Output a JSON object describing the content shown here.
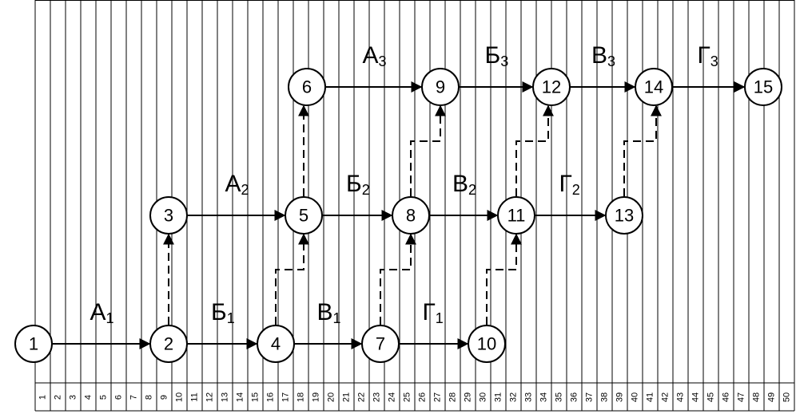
{
  "ticks": [
    "1",
    "2",
    "3",
    "4",
    "5",
    "6",
    "7",
    "8",
    "9",
    "10",
    "11",
    "12",
    "13",
    "14",
    "15",
    "16",
    "17",
    "18",
    "19",
    "20",
    "21",
    "22",
    "23",
    "24",
    "25",
    "26",
    "27",
    "28",
    "29",
    "30",
    "31",
    "32",
    "33",
    "34",
    "35",
    "36",
    "37",
    "38",
    "39",
    "40",
    "41",
    "42",
    "43",
    "44",
    "45",
    "46",
    "47",
    "48",
    "49",
    "50"
  ],
  "nodes": [
    {
      "id": "1",
      "label": "1"
    },
    {
      "id": "2",
      "label": "2"
    },
    {
      "id": "3",
      "label": "3"
    },
    {
      "id": "4",
      "label": "4"
    },
    {
      "id": "5",
      "label": "5"
    },
    {
      "id": "6",
      "label": "6"
    },
    {
      "id": "7",
      "label": "7"
    },
    {
      "id": "8",
      "label": "8"
    },
    {
      "id": "9",
      "label": "9"
    },
    {
      "id": "10",
      "label": "10"
    },
    {
      "id": "11",
      "label": "11"
    },
    {
      "id": "12",
      "label": "12"
    },
    {
      "id": "13",
      "label": "13"
    },
    {
      "id": "14",
      "label": "14"
    },
    {
      "id": "15",
      "label": "15"
    }
  ],
  "edges": [
    {
      "from": "1",
      "to": "2",
      "style": "solid",
      "letter": "А",
      "index": "1"
    },
    {
      "from": "2",
      "to": "4",
      "style": "solid",
      "letter": "Б",
      "index": "1"
    },
    {
      "from": "4",
      "to": "7",
      "style": "solid",
      "letter": "В",
      "index": "1"
    },
    {
      "from": "7",
      "to": "10",
      "style": "solid",
      "letter": "Г",
      "index": "1"
    },
    {
      "from": "3",
      "to": "5",
      "style": "solid",
      "letter": "А",
      "index": "2"
    },
    {
      "from": "5",
      "to": "8",
      "style": "solid",
      "letter": "Б",
      "index": "2"
    },
    {
      "from": "8",
      "to": "11",
      "style": "solid",
      "letter": "В",
      "index": "2"
    },
    {
      "from": "11",
      "to": "13",
      "style": "solid",
      "letter": "Г",
      "index": "2"
    },
    {
      "from": "6",
      "to": "9",
      "style": "solid",
      "letter": "А",
      "index": "3"
    },
    {
      "from": "9",
      "to": "12",
      "style": "solid",
      "letter": "Б",
      "index": "3"
    },
    {
      "from": "12",
      "to": "14",
      "style": "solid",
      "letter": "В",
      "index": "3"
    },
    {
      "from": "14",
      "to": "15",
      "style": "solid",
      "letter": "Г",
      "index": "3"
    },
    {
      "from": "2",
      "to": "3",
      "style": "dashed"
    },
    {
      "from": "5",
      "to": "6",
      "style": "dashed"
    },
    {
      "from": "4",
      "to": "5",
      "style": "dashed"
    },
    {
      "from": "7",
      "to": "8",
      "style": "dashed"
    },
    {
      "from": "8",
      "to": "9",
      "style": "dashed"
    },
    {
      "from": "10",
      "to": "11",
      "style": "dashed"
    },
    {
      "from": "11",
      "to": "12",
      "style": "dashed"
    },
    {
      "from": "13",
      "to": "14",
      "style": "dashed"
    }
  ]
}
